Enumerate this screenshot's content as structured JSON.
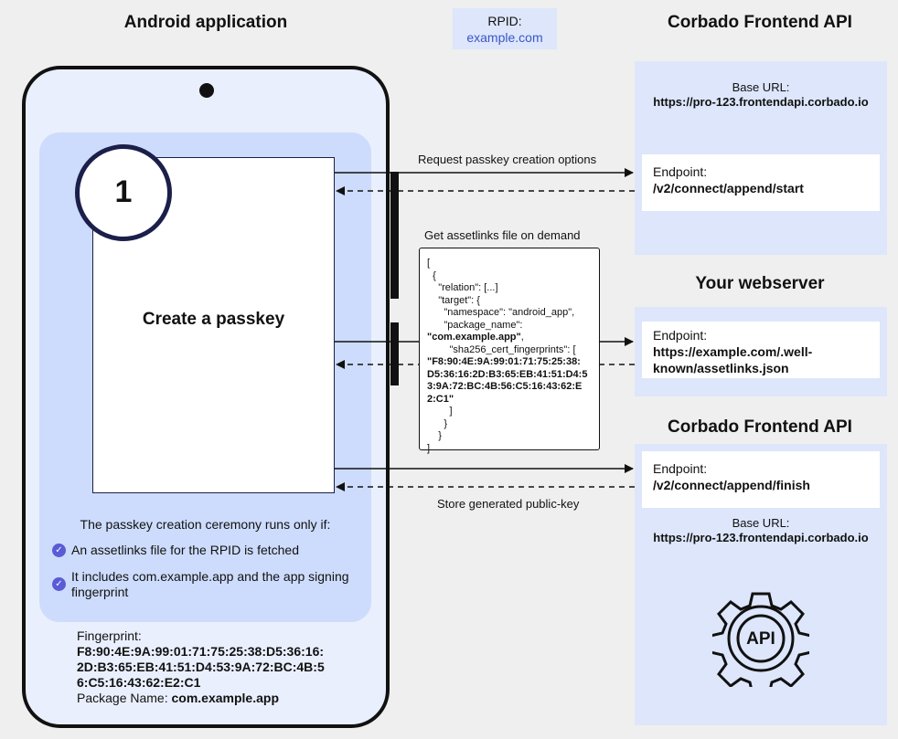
{
  "titles": {
    "android_app": "Android application",
    "frontend_api_top": "Corbado Frontend API",
    "webserver": "Your webserver",
    "frontend_api_bottom": "Corbado Frontend API"
  },
  "rpid": {
    "label": "RPID:",
    "value": "example.com"
  },
  "phone": {
    "step_number": "1",
    "screen_text": "Create a passkey",
    "condition_intro": "The passkey creation ceremony runs only if:",
    "conditions": [
      "An assetlinks file for the RPID is fetched",
      "It includes com.example.app and the app signing fingerprint"
    ],
    "fingerprint_label": "Fingerprint:",
    "fingerprint_lines": [
      "F8:90:4E:9A:99:01:71:75:25:38:D5:36:16:",
      "2D:B3:65:EB:41:51:D4:53:9A:72:BC:4B:5",
      "6:C5:16:43:62:E2:C1"
    ],
    "package_label": "Package Name:",
    "package_value": "com.example.app"
  },
  "arrows": {
    "request_options": "Request passkey creation options",
    "get_assetlinks": "Get assetlinks file on demand",
    "store_key": "Store generated public-key"
  },
  "json_file": {
    "lines": [
      "[",
      "  {",
      "    \"relation\": [...]",
      "    \"target\": {",
      "      \"namespace\": \"android_app\",",
      "      \"package_name\":"
    ],
    "package_bold": "\"com.example.app\"",
    "package_tail": ",",
    "sha_line": "        \"sha256_cert_fingerprints\": [",
    "sha_value_lines": [
      "\"F8:90:4E:9A:99:01:71:75:25:38:",
      "D5:36:16:2D:B3:65:EB:41:51:D4:5",
      "3:9A:72:BC:4B:56:C5:16:43:62:E",
      "2:C1\""
    ],
    "close_lines": [
      "        ]",
      "      }",
      "    }",
      "]"
    ]
  },
  "frontend_top": {
    "base_url_label": "Base URL:",
    "base_url_value": "https://pro-123.frontendapi.corbado.io",
    "endpoint_label": "Endpoint:",
    "endpoint_value": "/v2/connect/append/start"
  },
  "webserver": {
    "endpoint_label": "Endpoint:",
    "endpoint_value_lines": [
      "https://example.com/.well-",
      "known/assetlinks.json"
    ]
  },
  "frontend_bottom": {
    "endpoint_label": "Endpoint:",
    "endpoint_value": "/v2/connect/append/finish",
    "base_url_label": "Base URL:",
    "base_url_value": "https://pro-123.frontendapi.corbado.io",
    "api_badge": "API"
  }
}
